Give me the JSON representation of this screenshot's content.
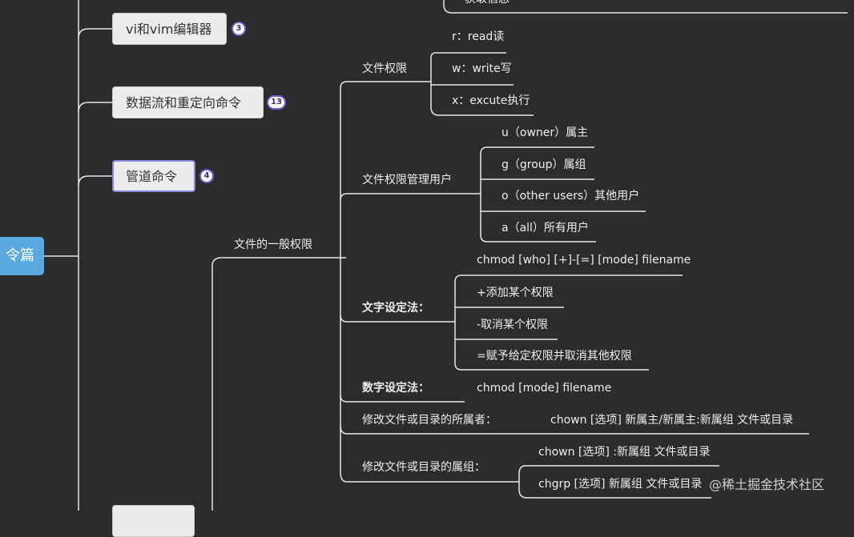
{
  "root": {
    "label": "令篇"
  },
  "topics": [
    {
      "label": "vi和vim编辑器",
      "badge": "3"
    },
    {
      "label": "数据流和重定向命令",
      "badge": "13"
    },
    {
      "label": "管道命令",
      "badge": "4"
    }
  ],
  "top_leaf": "获取信息",
  "general": {
    "label": "文件的一般权限"
  },
  "branches": {
    "file_perm": {
      "label": "文件权限",
      "items": [
        "r：read读",
        "w：write写",
        "x：excute执行"
      ]
    },
    "users": {
      "label": "文件权限管理用户",
      "items": [
        "u（owner）属主",
        "g（group）属组",
        "o（other users）其他用户",
        "a（all）所有用户"
      ]
    },
    "text_method": {
      "label": "文字设定法：",
      "items": [
        "chmod [who] [+]-[=] [mode] filename",
        "+添加某个权限",
        "-取消某个权限",
        "=赋予给定权限并取消其他权限"
      ]
    },
    "num_method": {
      "label": "数字设定法：",
      "value": "chmod [mode] filename"
    },
    "owner": {
      "label": "修改文件或目录的所属者：",
      "value": "chown [选项] 新属主/新属主:新属组 文件或目录"
    },
    "group": {
      "label": "修改文件或目录的属组：",
      "items": [
        "chown [选项] :新属组 文件或目录",
        "chgrp [选项] 新属组 文件或目录"
      ]
    }
  },
  "watermark": "@稀土掘金技术社区"
}
